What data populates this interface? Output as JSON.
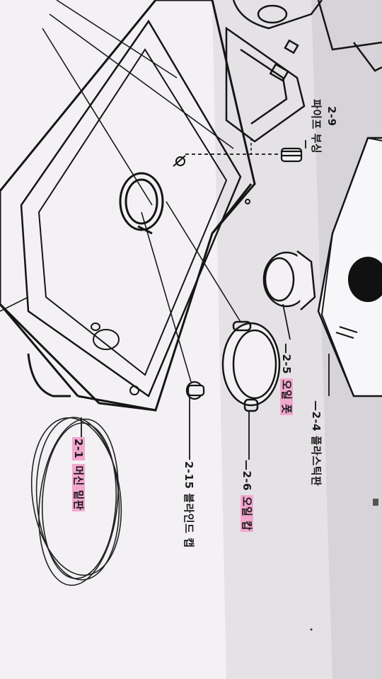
{
  "labels": {
    "pipe_bushing_num": "2-9",
    "pipe_bushing_name": "파이프 부싱",
    "plastic_plate_num": "2-4",
    "plastic_plate_name": "플라스틱판",
    "oil_pot_num": "2-5",
    "oil_pot_name": "오일 폿",
    "oil_cap_num": "2-6",
    "oil_cap_name": "오일 캅",
    "blind_cap_num": "2-15",
    "blind_cap_name": "블라인드 캡",
    "machine_base_num": "2-1",
    "machine_base_name": "머신 밑판"
  },
  "colors": {
    "paper": "#f4f2f5",
    "shadow": "#cfcbd1",
    "ink": "#1a1a1a",
    "highlight": "#f3a7cf"
  }
}
